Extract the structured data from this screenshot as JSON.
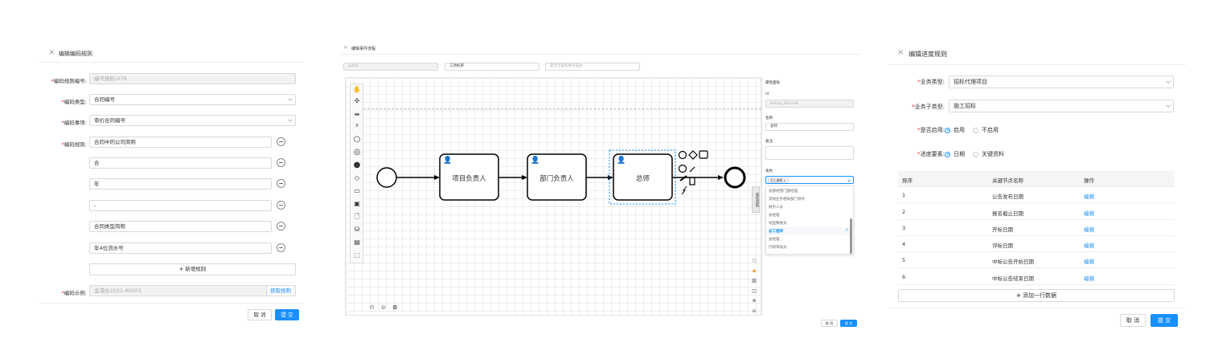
{
  "p1": {
    "title": "编辑编码规则",
    "code_label": "编码规则编号:",
    "code_value": "编号规则-079",
    "type_label": "编码类型:",
    "type_value": "合同编号",
    "item_label": "编码事项:",
    "item_value": "审价合同编号",
    "rule_label": "编码规则:",
    "rules": [
      "合同中的公司简称",
      "合",
      "年",
      "-",
      "合同类型简称",
      "年4位流水号"
    ],
    "add_rule": "新增规则",
    "example_label": "编码示例:",
    "example_placeholder": "金浦合2022-A0001",
    "get_rule": "获取规则",
    "cancel": "取 消",
    "submit": "提 交"
  },
  "p2": {
    "title": "编辑事件流程",
    "inputs": [
      "yshfa",
      "三项校审",
      "是否可操作填写描述"
    ],
    "tasks": [
      "项目负责人",
      "部门负责人",
      "总师"
    ],
    "props_title": "属性面板",
    "id_label": "id",
    "id_value": "Activity_0e7u2e8",
    "name_label": "名称",
    "name_value": "总师",
    "note_label": "备注",
    "role_label": "角色",
    "role_tag": "总工编辑 ×",
    "dropdown": [
      "总部经营门部经理",
      "其他业务相关部门领导",
      "财务人员",
      "总经理",
      "地监察委员",
      "总工程师",
      "总经理",
      "行政审核员"
    ],
    "dropdown_selected": "总工程师",
    "side_tab": "属性面板",
    "cancel": "取 消",
    "submit": "提 交"
  },
  "p3": {
    "title": "编辑进度规则",
    "biz_label": "业务类型:",
    "biz_value": "招标代理项目",
    "sub_label": "业务子类型:",
    "sub_value": "施工招标",
    "enable_label": "是否启用:",
    "enable_opts": [
      "启用",
      "不启用"
    ],
    "factor_label": "进度要素:",
    "factor_opts": [
      "日期",
      "关键资料"
    ],
    "headers": [
      "排序",
      "关键节点名称",
      "操作"
    ],
    "rows": [
      {
        "n": "1",
        "name": "公告发布日期",
        "op": "编辑"
      },
      {
        "n": "2",
        "name": "报名截止日期",
        "op": "编辑"
      },
      {
        "n": "3",
        "name": "开标日期",
        "op": "编辑"
      },
      {
        "n": "4",
        "name": "评标日期",
        "op": "编辑"
      },
      {
        "n": "5",
        "name": "中标公告开始日期",
        "op": "编辑"
      },
      {
        "n": "6",
        "name": "中标公告结束日期",
        "op": "编辑"
      }
    ],
    "add_row": "添加一行数据",
    "cancel": "取 消",
    "submit": "提 交"
  }
}
